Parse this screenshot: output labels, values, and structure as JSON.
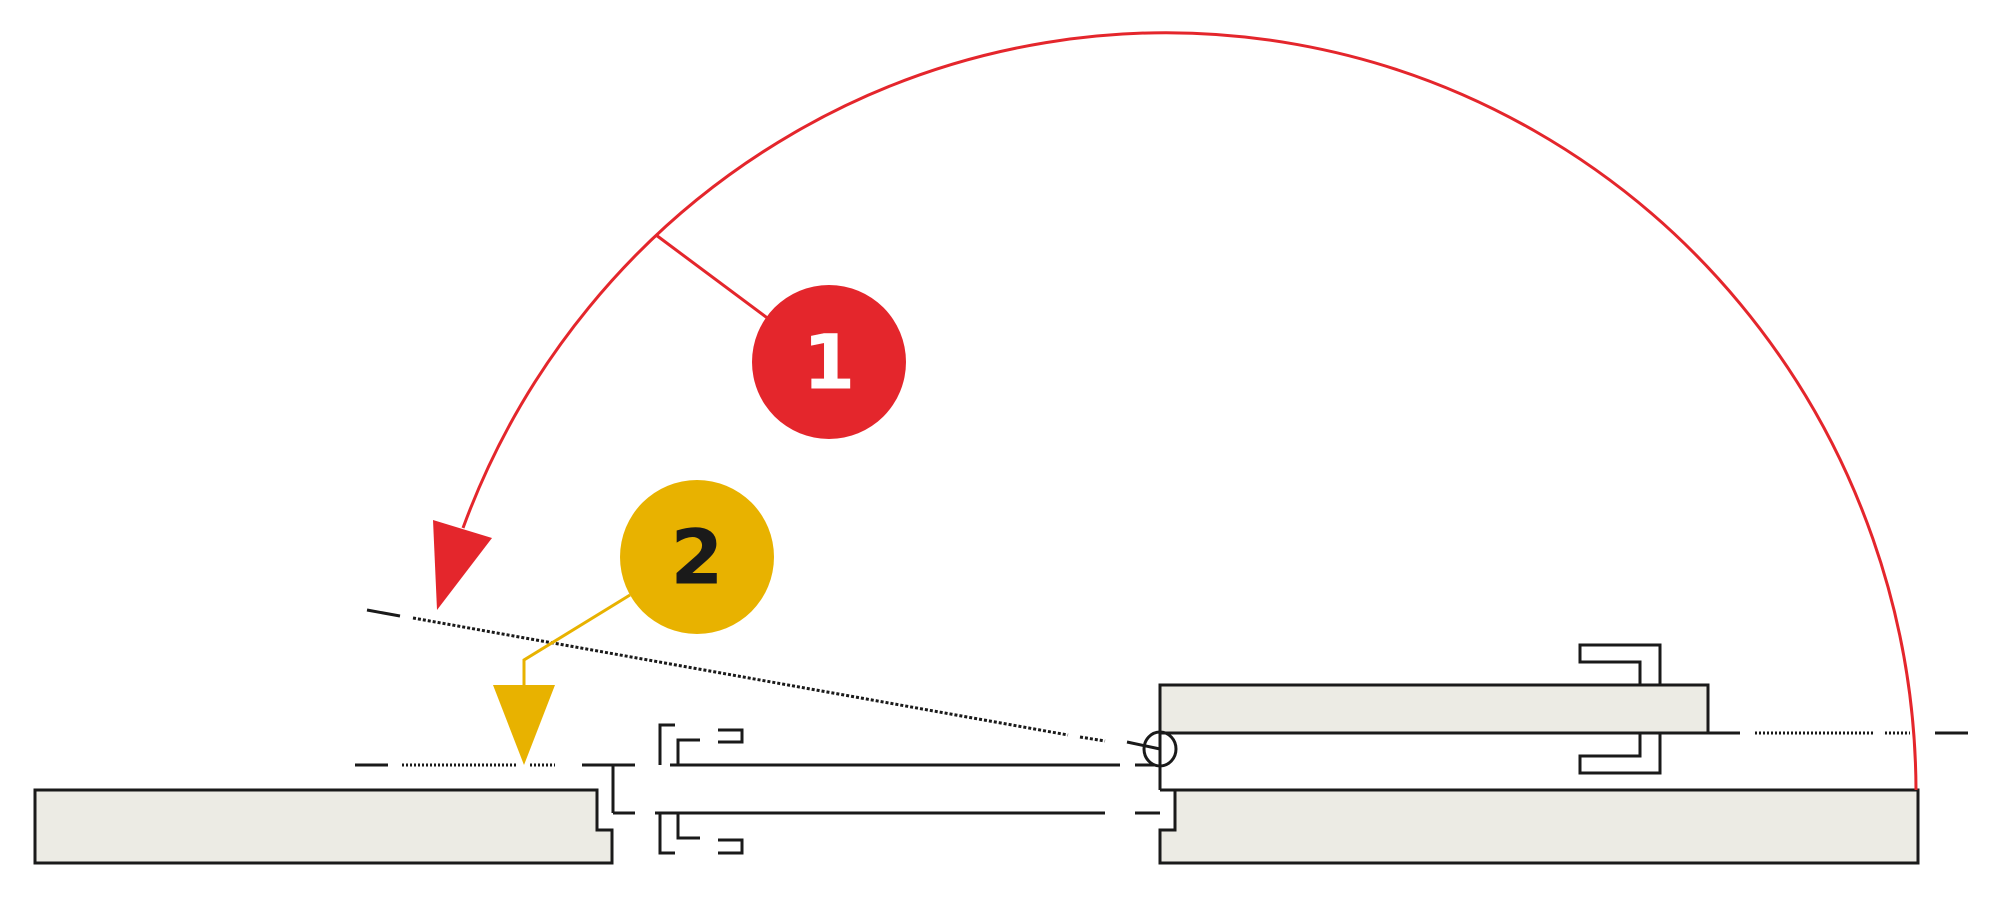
{
  "diagram": {
    "callouts": [
      {
        "id": "callout-1",
        "label": "1",
        "fill": "#e4262c",
        "text_color": "#ffffff"
      },
      {
        "id": "callout-2",
        "label": "2",
        "fill": "#e8b200",
        "text_color": "#1a1a1a"
      }
    ],
    "colors": {
      "swing_arc": "#e4262c",
      "marker": "#e8b200",
      "outline": "#1a1a1a",
      "panel_fill": "#ecebe4",
      "background": "#ffffff"
    }
  }
}
